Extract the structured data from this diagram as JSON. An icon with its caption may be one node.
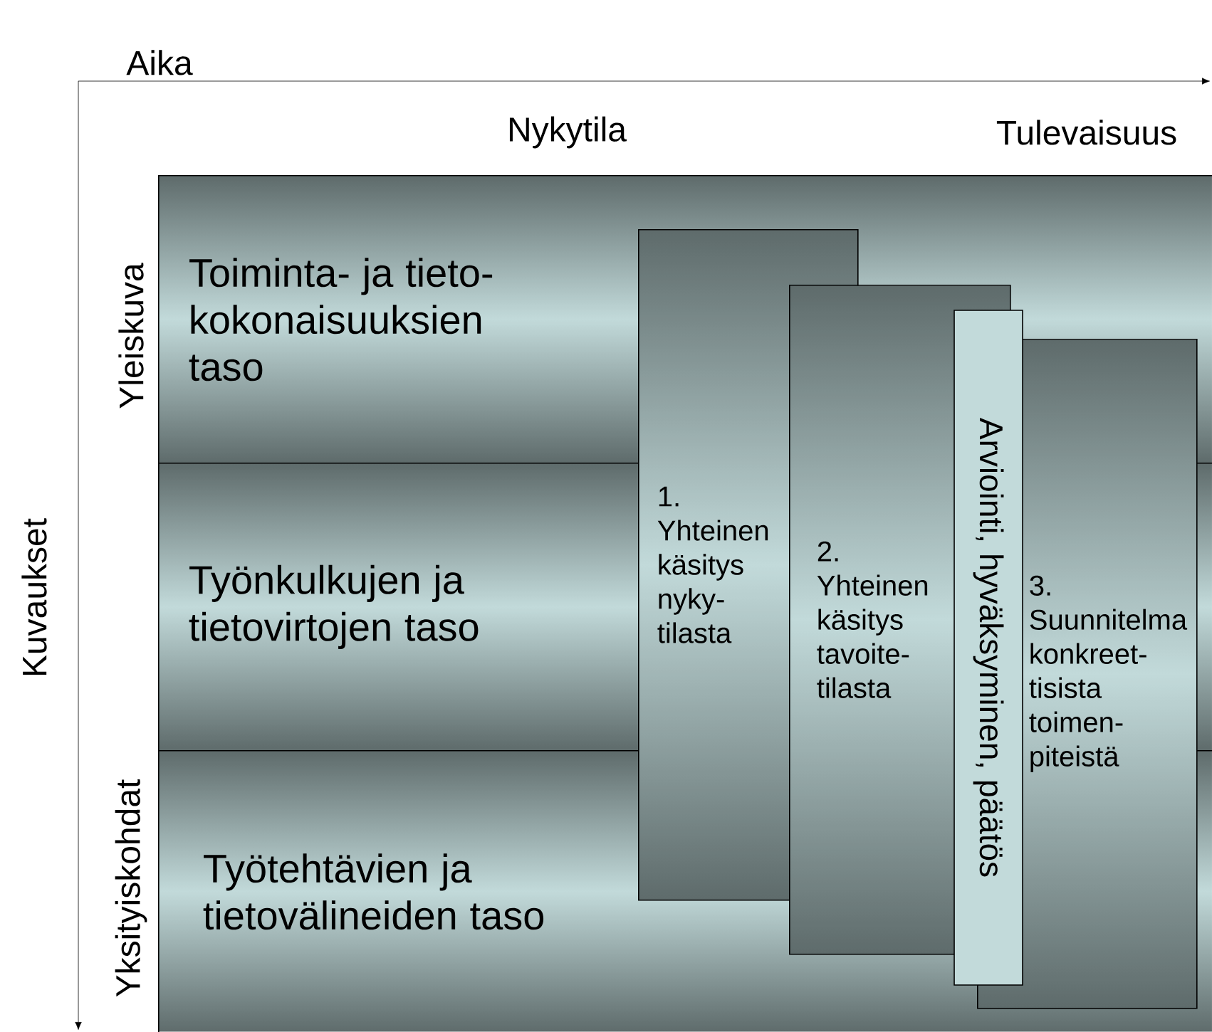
{
  "diagram": {
    "nodes": [
      {
        "text": [
          "Toiminta- ja tieto- kokonaisuuksien taso"
        ]
      },
      {
        "text": [
          "Työnkulkujen ja tietovirtojen taso"
        ]
      },
      {
        "text": [
          "Työtehtävien ja tietovälineiden taso"
        ]
      },
      {
        "text": [
          "1. Yhteinen käsitys nyky- tilasta"
        ]
      },
      {
        "text": [
          "2. Yhteinen käsitys tavoite- tilasta"
        ]
      },
      {
        "text": [
          "Arviointi, hyväksyminen, päätös"
        ]
      },
      {
        "text": [
          "3. Suunnitelma konkreet- tisista toimen- piteistä"
        ]
      }
    ],
    "labels": [
      "Aika",
      "Nykytila",
      "Tulevaisuus",
      "Yleiskuva",
      "Kuvaukset",
      "Yksityiskohdat"
    ]
  }
}
